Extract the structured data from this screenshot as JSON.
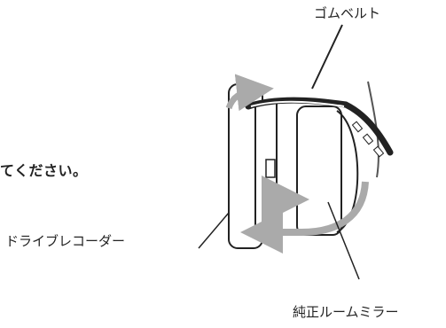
{
  "labels": {
    "rubber_belt": "ゴムベルト",
    "drive_recorder": "ドライブレコーダー",
    "stock_mirror": "純正ルームミラー"
  },
  "instruction_fragment": "てください。",
  "colors": {
    "outline": "#222222",
    "arrow": "#aaaaaa",
    "belt": "#222222",
    "background": "#ffffff"
  }
}
